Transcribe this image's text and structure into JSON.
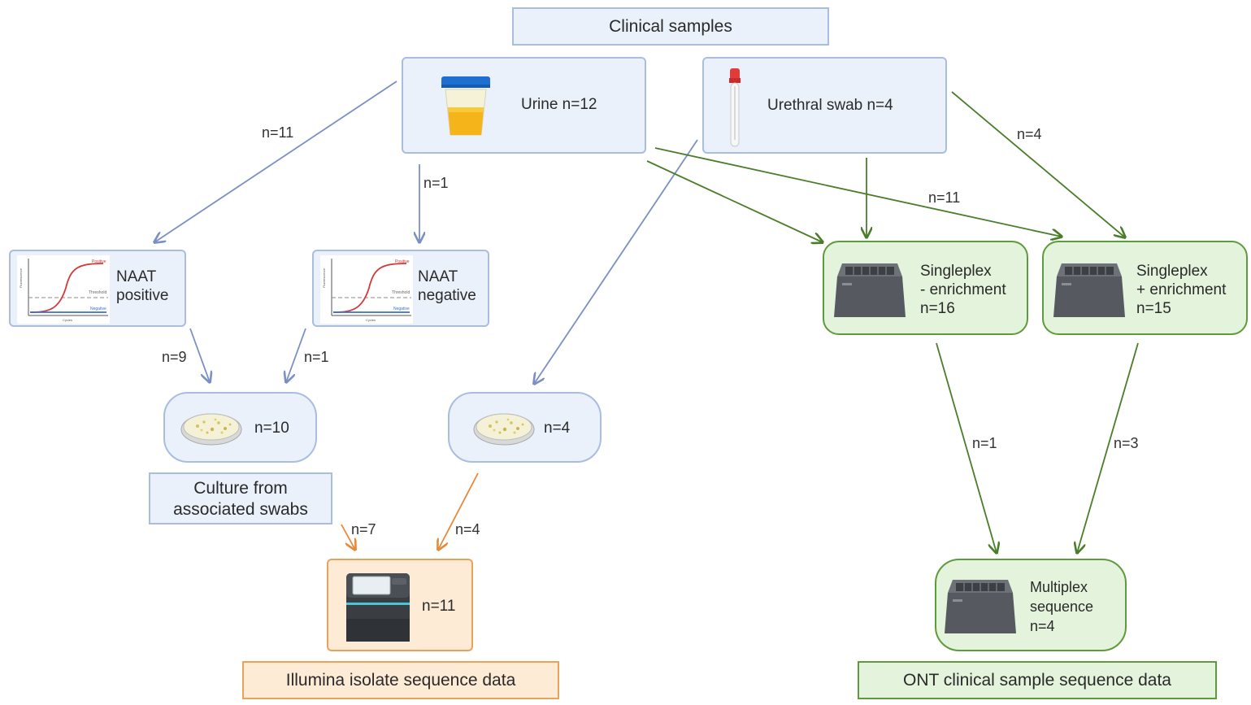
{
  "nodes": {
    "clinical_samples": "Clinical samples",
    "urine": "Urine n=12",
    "urethral_swab": "Urethral swab n=4",
    "naat_positive": [
      "NAAT",
      "positive"
    ],
    "naat_negative": [
      "NAAT",
      "negative"
    ],
    "culture_10": "n=10",
    "culture_4": "n=4",
    "culture_caption": [
      "Culture from",
      "associated swabs"
    ],
    "illumina_box": "n=11",
    "illumina_caption": "Illumina isolate sequence data",
    "singleplex_minus": [
      "Singleplex",
      "- enrichment",
      "n=16"
    ],
    "singleplex_plus": [
      "Singleplex",
      "+ enrichment",
      "n=15"
    ],
    "multiplex": [
      "Multiplex",
      "sequence",
      "n=4"
    ],
    "ont_caption": "ONT clinical sample sequence data"
  },
  "edge_labels": {
    "urine_to_naat_pos": "n=11",
    "urine_to_naat_neg": "n=1",
    "swab_to_splus": "n=4",
    "urine_to_splus": "n=11",
    "naat_pos_to_culture": "n=9",
    "naat_neg_to_culture": "n=1",
    "sminus_to_multiplex": "n=1",
    "splus_to_multiplex": "n=3",
    "culture_to_illumina": "n=7",
    "culture4_to_illumina": "n=4"
  },
  "plot_labels": {
    "positive": "Positive",
    "threshold": "Threshold",
    "negative": "Negative",
    "y_axis": "Fluorescence",
    "x_axis": "Cycles"
  },
  "colors": {
    "blue_edge": "#7b8fc4",
    "green_edge": "#4a7d2a",
    "orange_edge": "#e8893a"
  }
}
